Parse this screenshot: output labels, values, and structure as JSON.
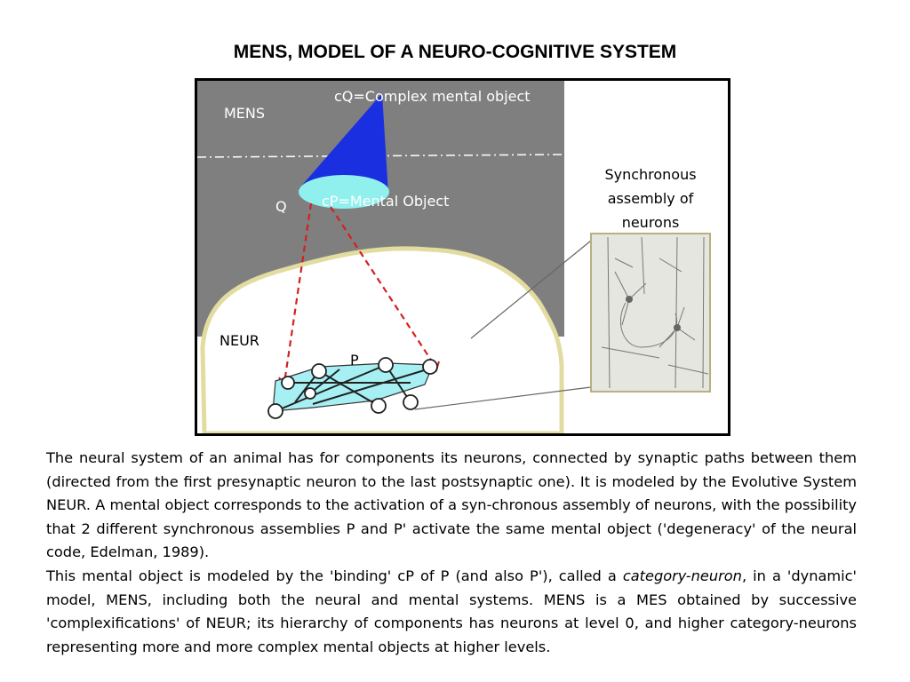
{
  "title": "MENS, MODEL OF A NEURO-COGNITIVE SYSTEM",
  "diagram": {
    "label_cq": "cQ=Complex mental  object",
    "label_mens": "MENS",
    "label_q": "Q",
    "label_cp": "cP=Mental Object",
    "label_neur": "NEUR",
    "label_p": "P",
    "label_sync": "Synchronous assembly of neurons"
  },
  "colors": {
    "gray_panel": "#7f7f7f",
    "cone": "#1a2fe0",
    "ellipse": "#8ff0ee",
    "assembly_fill": "#a6f0f4",
    "arrow": "#d42020",
    "brain_outline": "#e8e0a0"
  },
  "text": {
    "paragraph1": "The neural system of an animal has for components its neurons, connected by synaptic paths between them (directed from the first presynaptic neuron to the last postsynaptic one). It is modeled by the Evolutive System NEUR. A mental object corresponds to the activation of a syn-chronous assembly of neurons, with the possibility that 2 different synchronous assemblies P and P' activate the same mental object ('degeneracy' of the neural code, Edelman, 1989).",
    "paragraph2_before": "This mental object is modeled by the 'binding' cP of P (and also P'), called a ",
    "paragraph2_emph": "category-neuron",
    "paragraph2_after": ", in a 'dynamic' model, MENS, including both the neural and mental systems. MENS is a MES obtained by successive 'complexifications' of NEUR; its hierarchy of components has neurons at level 0, and higher category-neurons representing more and more complex mental objects at higher levels."
  }
}
